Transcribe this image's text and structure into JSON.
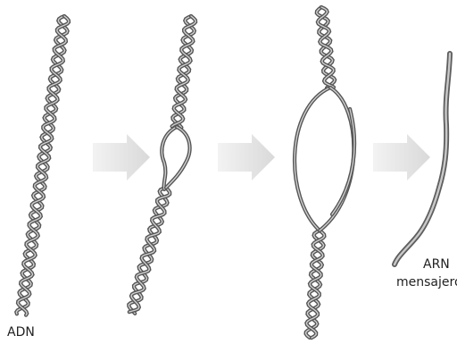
{
  "labels": {
    "dna": "ADN",
    "mrna_line1": "ARN",
    "mrna_line2": "mensajero"
  },
  "colors": {
    "strand": "#5e5e5e",
    "arrow": "#e4e4e4"
  },
  "stages": [
    "dna-double-helix",
    "helix-unwinding",
    "transcription-bubble",
    "messenger-rna-strand"
  ]
}
